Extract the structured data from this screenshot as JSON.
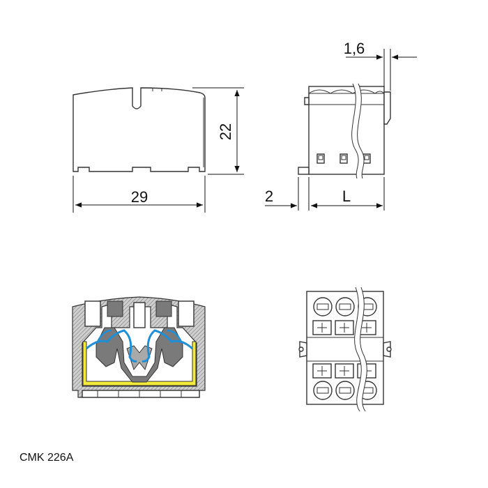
{
  "caption": "CMK 226A",
  "dimensions": {
    "width": "29",
    "height": "22",
    "tab_offset": "1,6",
    "base_offset": "2",
    "length": "L"
  },
  "colors": {
    "spring": "#1e8fd6",
    "contact": "#f2ea3a",
    "body": "#ffffff",
    "line": "#333333"
  }
}
